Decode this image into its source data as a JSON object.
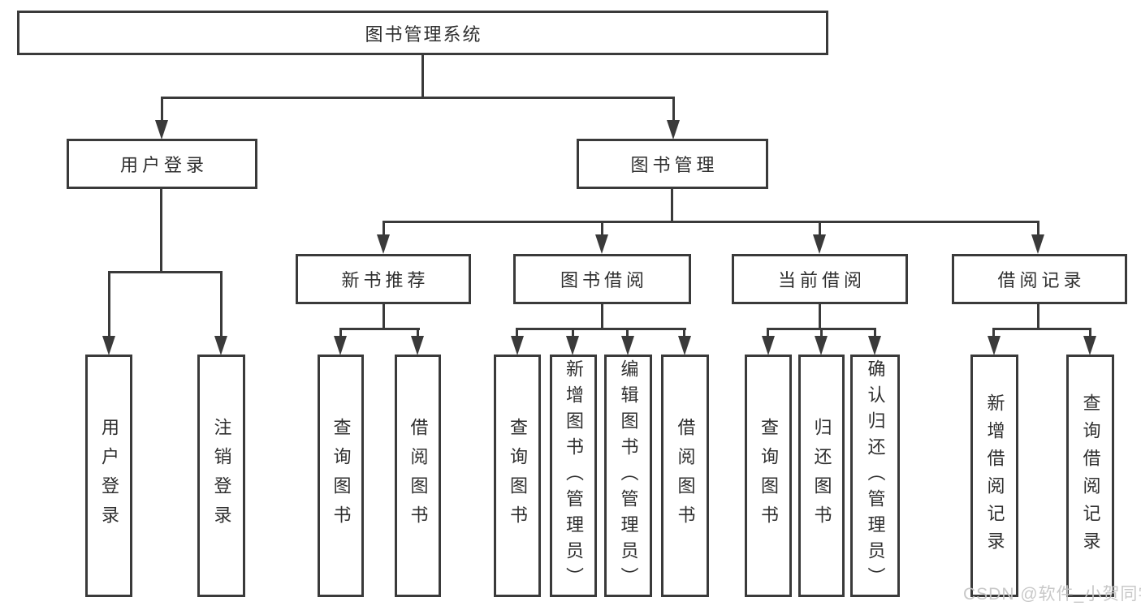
{
  "colors": {
    "line": "#3a3a3a",
    "text": "#2f2f2f",
    "background": "#ffffff",
    "watermark": "#c6c6c6"
  },
  "nodes": {
    "root": "图书管理系统",
    "level2": [
      "用户登录",
      "图书管理"
    ],
    "level3": [
      "新书推荐",
      "图书借阅",
      "当前借阅",
      "借阅记录"
    ],
    "leaves": [
      "用户登录",
      "注销登录",
      "查询图书",
      "借阅图书",
      "查询图书",
      "新增图书（管理员）",
      "编辑图书（管理员）",
      "借阅图书",
      "查询图书",
      "归还图书",
      "确认归还（管理员）",
      "新增借阅记录",
      "查询借阅记录"
    ]
  },
  "hierarchy": {
    "图书管理系统": {
      "用户登录": [
        "用户登录",
        "注销登录"
      ],
      "图书管理": {
        "新书推荐": [
          "查询图书",
          "借阅图书"
        ],
        "图书借阅": [
          "查询图书",
          "新增图书（管理员）",
          "编辑图书（管理员）",
          "借阅图书"
        ],
        "当前借阅": [
          "查询图书",
          "归还图书",
          "确认归还（管理员）"
        ],
        "借阅记录": [
          "新增借阅记录",
          "查询借阅记录"
        ]
      }
    }
  },
  "watermark": "CSDN @软件_小贺同学"
}
